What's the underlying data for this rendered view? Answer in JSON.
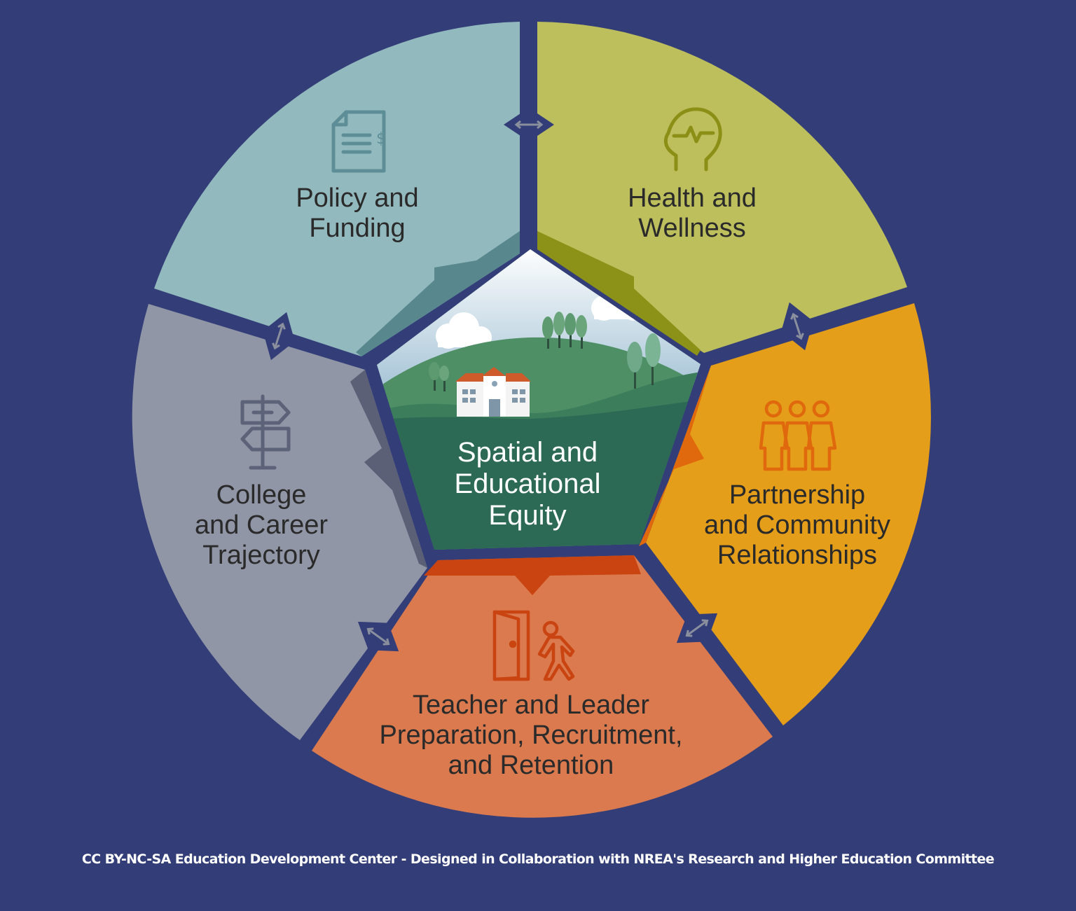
{
  "diagram": {
    "center": {
      "lines": [
        "Spatial and",
        "Educational",
        "Equity"
      ],
      "icon": "school-landscape-illustration"
    },
    "segments": [
      {
        "id": "policy",
        "lines": [
          "Policy and",
          "Funding"
        ],
        "icon": "document-dollar-icon",
        "color": "#92b9be"
      },
      {
        "id": "health",
        "lines": [
          "Health and",
          "Wellness"
        ],
        "icon": "head-heartbeat-icon",
        "color": "#bdbf5d"
      },
      {
        "id": "partnership",
        "lines": [
          "Partnership",
          "and Community",
          "Relationships"
        ],
        "icon": "three-people-icon",
        "color": "#e59e19"
      },
      {
        "id": "teacher",
        "lines": [
          "Teacher and Leader",
          "Preparation, Recruitment,",
          "and Retention"
        ],
        "icon": "person-walking-through-door-icon",
        "color": "#da7a4e"
      },
      {
        "id": "college",
        "lines": [
          "College",
          "and Career",
          "Trajectory"
        ],
        "icon": "signpost-icon",
        "color": "#9096a6"
      }
    ],
    "connector_icon": "double-arrow-icon"
  },
  "footer": "CC BY-NC-SA Education Development Center - Designed in Collaboration with NREA's Research and Higher Education Committee",
  "colors": {
    "background": "#333d78",
    "center": "#2d6a56"
  }
}
